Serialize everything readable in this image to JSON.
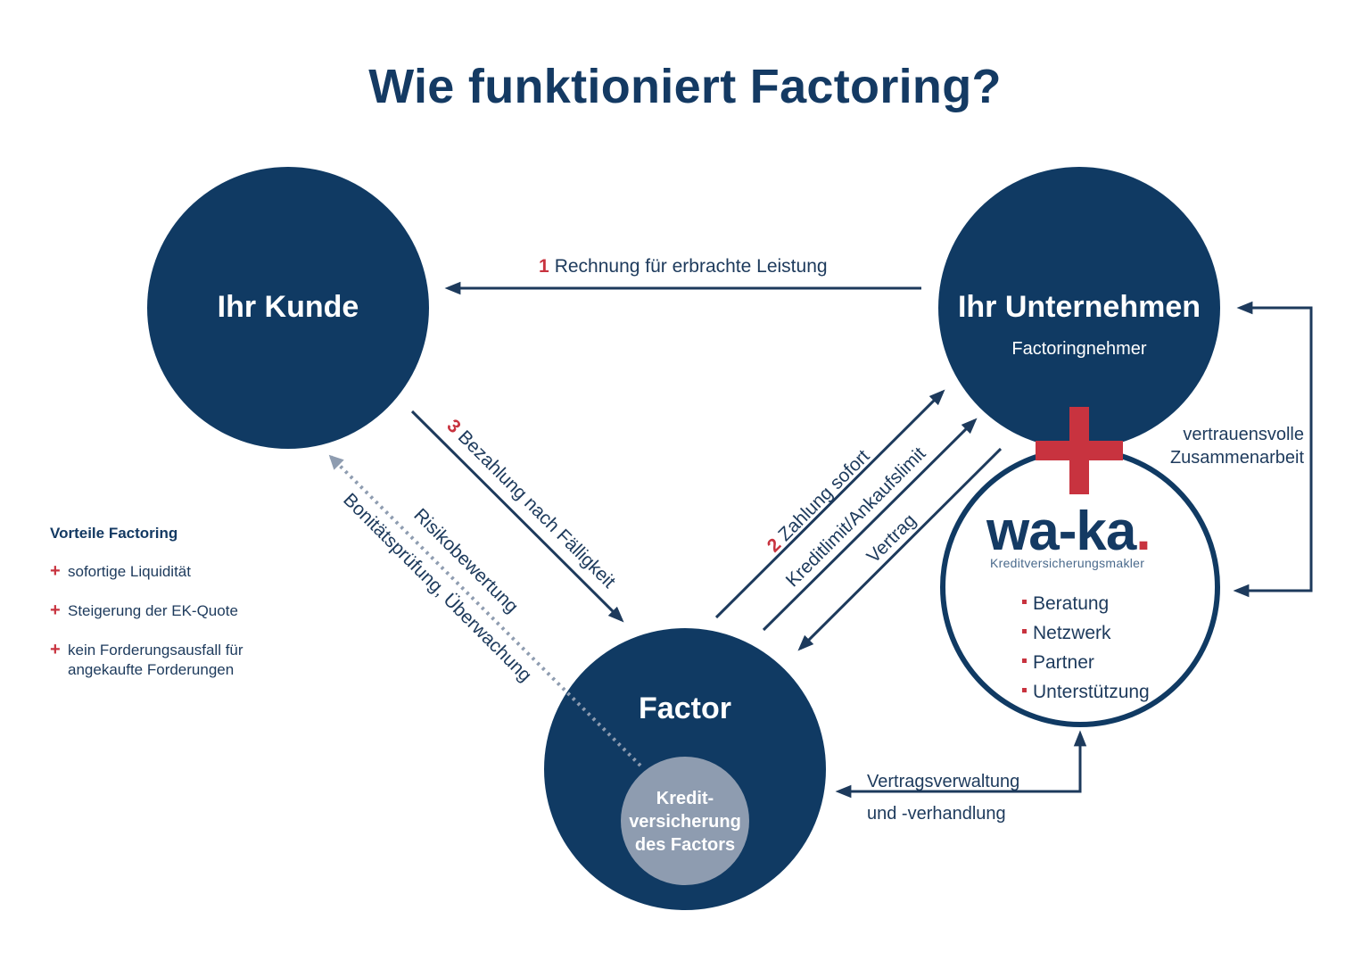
{
  "title": "Wie funktioniert Factoring?",
  "colors": {
    "navy": "#103a63",
    "red": "#c8333f",
    "grey": "#8e9cb0",
    "text": "#1d3a5c"
  },
  "nodes": {
    "kunde": {
      "label": "Ihr Kunde"
    },
    "unternehmen": {
      "label": "Ihr Unternehmen",
      "sublabel": "Factoringnehmer"
    },
    "factor": {
      "label": "Factor"
    },
    "kreditversicherung": {
      "line1": "Kredit-",
      "line2": "versicherung",
      "line3": "des Factors"
    }
  },
  "arrows": {
    "step1": {
      "number": "1",
      "text": "Rechnung für erbrachte Leistung"
    },
    "step2": {
      "number": "2",
      "text": "Zahlung sofort"
    },
    "step3": {
      "number": "3",
      "text": "Bezahlung nach Fälligkeit"
    },
    "kreditlimit": "Kreditlimit/Ankaufslimit",
    "vertrag": "Vertrag",
    "risikobewertung": "Risikobewertung",
    "bonitaet": "Bonitätsprüfung, Überwachung",
    "zusammenarbeit": {
      "line1": "vertrauensvolle",
      "line2": "Zusammenarbeit"
    },
    "vertragsverwaltung": {
      "line1": "Vertragsverwaltung",
      "line2": "und -verhandlung"
    }
  },
  "waka": {
    "logo_main": "wa-ka",
    "logo_dot": ".",
    "tagline": "Kreditversicherungsmakler",
    "services": [
      "Beratung",
      "Netzwerk",
      "Partner",
      "Unterstützung"
    ]
  },
  "advantages": {
    "title": "Vorteile Factoring",
    "items": [
      "sofortige Liquidität",
      "Steigerung der EK-Quote",
      "kein Forderungsausfall für angekaufte Forderungen"
    ]
  }
}
